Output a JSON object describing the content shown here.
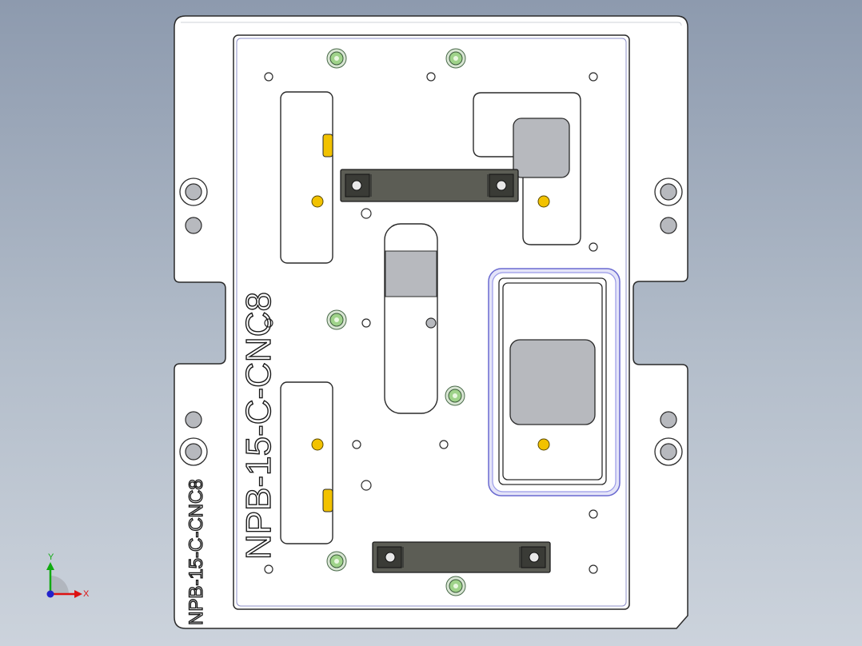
{
  "model": {
    "plate_engraving": "NPB-15-C-CNC8",
    "base_engraving": "NPB-15-C-CNC8"
  },
  "triad": {
    "x_label": "X",
    "y_label": "Y"
  },
  "colors": {
    "background_top": "#8d9aae",
    "background_bottom": "#ccd3dc",
    "plate_fill": "#ffffff",
    "edge_outline": "#2a2a2a",
    "pocket_fill": "#b7b9be",
    "clamp_fill": "#5c5d55",
    "pin_green": "#9fd38a",
    "pin_yellow": "#f2c200",
    "frame_highlight": "#9a9ae8",
    "axis_x": "#d11",
    "axis_y": "#1a1",
    "axis_z": "#22c"
  },
  "icons": [
    "axis-triad-icon",
    "locating-pin-icon",
    "bolt-hole-icon"
  ]
}
